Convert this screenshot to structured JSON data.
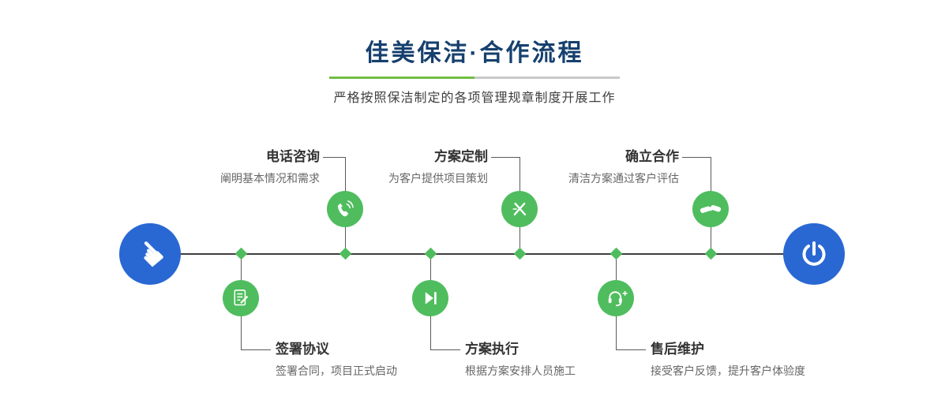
{
  "header": {
    "title": "佳美保洁·合作流程",
    "subtitle": "严格按照保洁制定的各项管理规章制度开展工作"
  },
  "steps": {
    "top": [
      {
        "title": "电话咨询",
        "desc": "阐明基本情况和需求",
        "icon": "phone-icon"
      },
      {
        "title": "方案定制",
        "desc": "为客户提供项目策划",
        "icon": "design-pencil-icon"
      },
      {
        "title": "确立合作",
        "desc": "清洁方案通过客户评估",
        "icon": "handshake-icon"
      }
    ],
    "bottom": [
      {
        "title": "签署协议",
        "desc": "签署合同，项目正式启动",
        "icon": "contract-icon"
      },
      {
        "title": "方案执行",
        "desc": "根据方案安排人员施工",
        "icon": "play-icon"
      },
      {
        "title": "售后维护",
        "desc": "接受客户反馈，提升客户体验度",
        "icon": "headset-icon"
      }
    ]
  },
  "timeline": {
    "start_icon": "pointer-hand-icon",
    "end_icon": "power-icon",
    "hand_glyph": "☚"
  },
  "colors": {
    "title_navy": "#16406e",
    "accent_blue": "#2968d3",
    "accent_green": "#4fbd5e",
    "divider_green": "#6fbe45",
    "divider_gray": "#c9c9c9"
  }
}
